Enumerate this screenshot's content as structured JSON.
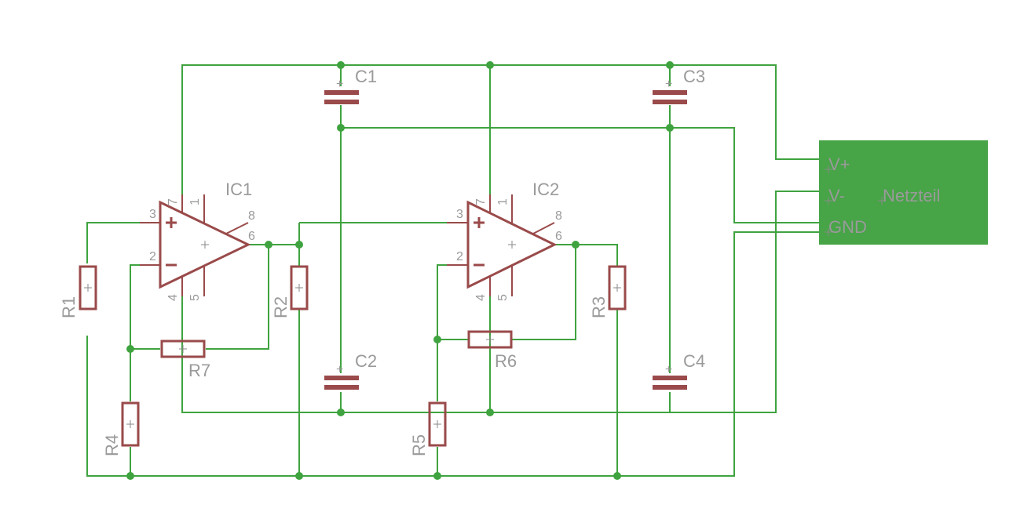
{
  "schematic": {
    "capacitors": [
      {
        "name": "C1"
      },
      {
        "name": "C2"
      },
      {
        "name": "C3"
      },
      {
        "name": "C4"
      }
    ],
    "resistors": [
      {
        "name": "R1"
      },
      {
        "name": "R2"
      },
      {
        "name": "R3"
      },
      {
        "name": "R4"
      },
      {
        "name": "R5"
      },
      {
        "name": "R6"
      },
      {
        "name": "R7"
      }
    ],
    "opamps": [
      {
        "name": "IC1",
        "pins": [
          "7",
          "1",
          "3",
          "8",
          "6",
          "2",
          "4",
          "5"
        ]
      },
      {
        "name": "IC2",
        "pins": [
          "7",
          "1",
          "3",
          "8",
          "6",
          "2",
          "4",
          "5"
        ]
      }
    ],
    "connector": {
      "name": "Netzteil",
      "pins": [
        "V+",
        "V-",
        "GND"
      ],
      "color": "#47a447"
    },
    "colors": {
      "wire": "#3fa33f",
      "part": "#9a4a4a",
      "label": "#9a9a9a"
    }
  }
}
